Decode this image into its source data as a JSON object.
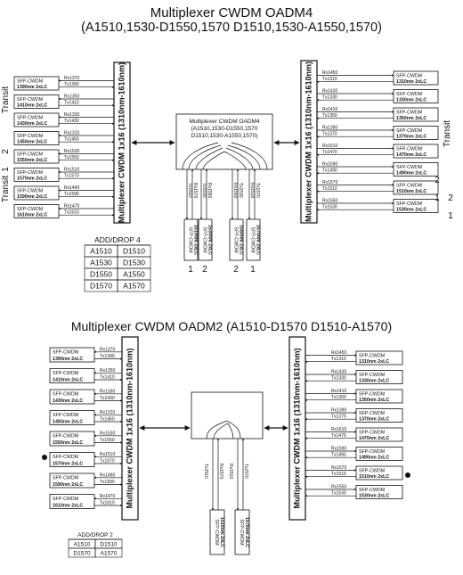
{
  "diagram1": {
    "title": "Multiplexer CWDM OADM4",
    "subtitle": "(A1510,1530-D1550,1570 D1510,1530-A1550,1570)",
    "mux_label": "Multiplexer CWDM 1x16 (1310nm-1610nm)",
    "center_box": {
      "line1": "Multiplexer CWDM OADM4",
      "line2": "(A1510,1530-D1550,1570",
      "line3": "D1510,1530-A1550,1570)"
    },
    "left_sfps": [
      {
        "top": "SFP-CWDM",
        "bottom": "1390nm 2xLC",
        "rx": "Rx1370",
        "tx": "Tx1390"
      },
      {
        "top": "SFP-CWDM",
        "bottom": "1410nm 2xLC",
        "rx": "Rx1350",
        "tx": "Tx1410"
      },
      {
        "top": "SFP-CWDM",
        "bottom": "1430nm 2xLC",
        "rx": "Rx1330",
        "tx": "Tx1430"
      },
      {
        "top": "SFP-CWDM",
        "bottom": "1450nm 2xLC",
        "rx": "Rx1310",
        "tx": "Tx1450"
      },
      {
        "top": "SFP-CWDM",
        "bottom": "1550nm 2xLC",
        "rx": "Rx1530",
        "tx": "Tx1550"
      },
      {
        "top": "SFP-CWDM",
        "bottom": "1570nm 2xLC",
        "rx": "Rx1510",
        "tx": "Tx1570"
      },
      {
        "top": "SFP-CWDM",
        "bottom": "1590nm 2xLC",
        "rx": "Rx1490",
        "tx": "Tx1590"
      },
      {
        "top": "SFP-CWDM",
        "bottom": "1610nm 2xLC",
        "rx": "Rx1470",
        "tx": "Tx1610"
      }
    ],
    "right_sfps": [
      {
        "top": "SFP-CWDM",
        "bottom": "1310nm 2xLC",
        "rx": "Rx1450",
        "tx": "Tx1310"
      },
      {
        "top": "SFP-CWDM",
        "bottom": "1330nm 2xLC",
        "rx": "Rx1430",
        "tx": "Tx1330"
      },
      {
        "top": "SFP-CWDM",
        "bottom": "1350nm 2xLC",
        "rx": "Rx1410",
        "tx": "Tx1350"
      },
      {
        "top": "SFP-CWDM",
        "bottom": "1370nm 2xLC",
        "rx": "Rx1390",
        "tx": "Tx1370"
      },
      {
        "top": "SFP-CWDM",
        "bottom": "1470nm 2xLC",
        "rx": "Rx1610",
        "tx": "Tx1470"
      },
      {
        "top": "SFP-CWDM",
        "bottom": "1490nm 2xLC",
        "rx": "Rx1590",
        "tx": "Tx1490"
      },
      {
        "top": "SFP-CWDM",
        "bottom": "1510nm 2xLC",
        "rx": "Rx1570",
        "tx": "Tx1510"
      },
      {
        "top": "SFP-CWDM",
        "bottom": "1530nm 2xLC",
        "rx": "Rx1550",
        "tx": "Tx1530"
      }
    ],
    "side_labels": {
      "transit": "Transit",
      "two": "2",
      "one": "1"
    },
    "drop_modules": [
      {
        "top": "SFP-CWDM",
        "bottom": "1510nm 2xLC",
        "a": "Tx1510",
        "b": "Rx1570",
        "num": "1"
      },
      {
        "top": "SFP-CWDM",
        "bottom": "1530nm 2xLC",
        "a": "Tx1530",
        "b": "Rx1550",
        "num": "2"
      },
      {
        "top": "SFP-CWDM",
        "bottom": "1550nm 2xLC",
        "a": "Rx1550",
        "b": "Tx1530",
        "num": "2"
      },
      {
        "top": "SFP-CWDM",
        "bottom": "1570nm 2xLC",
        "a": "Rx1510",
        "b": "Tx1570",
        "num": "1"
      }
    ],
    "table": {
      "title": "ADD/DROP 4",
      "rows": [
        [
          "A1510",
          "D1510"
        ],
        [
          "A1530",
          "D1530"
        ],
        [
          "D1550",
          "A1550"
        ],
        [
          "D1570",
          "A1570"
        ]
      ]
    }
  },
  "diagram2": {
    "title": "Multiplexer CWDM OADM2 (A1510-D1570 D1510-A1570)",
    "mux_label": "Multiplexer CWDM 1x16 (1310nm-1610nm)",
    "left_sfps": [
      {
        "top": "SFP-CWDM",
        "bottom": "1390nm 2xLC",
        "rx": "Rx1370",
        "tx": "Tx1390"
      },
      {
        "top": "SFP-CWDM",
        "bottom": "1410nm 2xLC",
        "rx": "Rx1350",
        "tx": "Tx1410"
      },
      {
        "top": "SFP-CWDM",
        "bottom": "1430nm 2xLC",
        "rx": "Rx1330",
        "tx": "Tx1430"
      },
      {
        "top": "SFP-CWDM",
        "bottom": "1450nm 2xLC",
        "rx": "Rx1310",
        "tx": "Tx1450"
      },
      {
        "top": "SFP-CWDM",
        "bottom": "1550nm 2xLC",
        "rx": "Rx1530",
        "tx": "Tx1550"
      },
      {
        "top": "SFP-CWDM",
        "bottom": "1570nm 2xLC",
        "rx": "Rx1510",
        "tx": "Tx1570"
      },
      {
        "top": "SFP-CWDM",
        "bottom": "1590nm 2xLC",
        "rx": "Rx1490",
        "tx": "Tx1590"
      },
      {
        "top": "SFP-CWDM",
        "bottom": "1610nm 2xLC",
        "rx": "Rx1470",
        "tx": "Tx1610"
      }
    ],
    "right_sfps": [
      {
        "top": "SFP-CWDM",
        "bottom": "1310nm 2xLC",
        "rx": "Rx1450",
        "tx": "Tx1310"
      },
      {
        "top": "SFP-CWDM",
        "bottom": "1330nm 2xLC",
        "rx": "Rx1430",
        "tx": "Tx1330"
      },
      {
        "top": "SFP-CWDM",
        "bottom": "1350nm 2xLC",
        "rx": "Rx1410",
        "tx": "Tx1350"
      },
      {
        "top": "SFP-CWDM",
        "bottom": "1370nm 2xLC",
        "rx": "Rx1390",
        "tx": "Tx1370"
      },
      {
        "top": "SFP-CWDM",
        "bottom": "1470nm 2xLC",
        "rx": "Rx1610",
        "tx": "Tx1470"
      },
      {
        "top": "SFP-CWDM",
        "bottom": "1490nm 2xLC",
        "rx": "Rx1590",
        "tx": "Tx1490"
      },
      {
        "top": "SFP-CWDM",
        "bottom": "1510nm 2xLC",
        "rx": "Rx1570",
        "tx": "Tx1510"
      },
      {
        "top": "SFP-CWDM",
        "bottom": "1530nm 2xLC",
        "rx": "Rx1550",
        "tx": "Tx1530"
      }
    ],
    "drop_modules": [
      {
        "top": "SFP-CWDM",
        "bottom": "1510nm 2xLC",
        "a": "Tx1510",
        "b": "Rx1570"
      },
      {
        "top": "SFP-CWDM",
        "bottom": "1570nm 2xLC",
        "a": "Rx1510",
        "b": "Tx1570"
      }
    ],
    "table": {
      "title": "ADD/DROP 2",
      "rows": [
        [
          "A1510",
          "D1510"
        ],
        [
          "D1570",
          "A1570"
        ]
      ]
    }
  }
}
